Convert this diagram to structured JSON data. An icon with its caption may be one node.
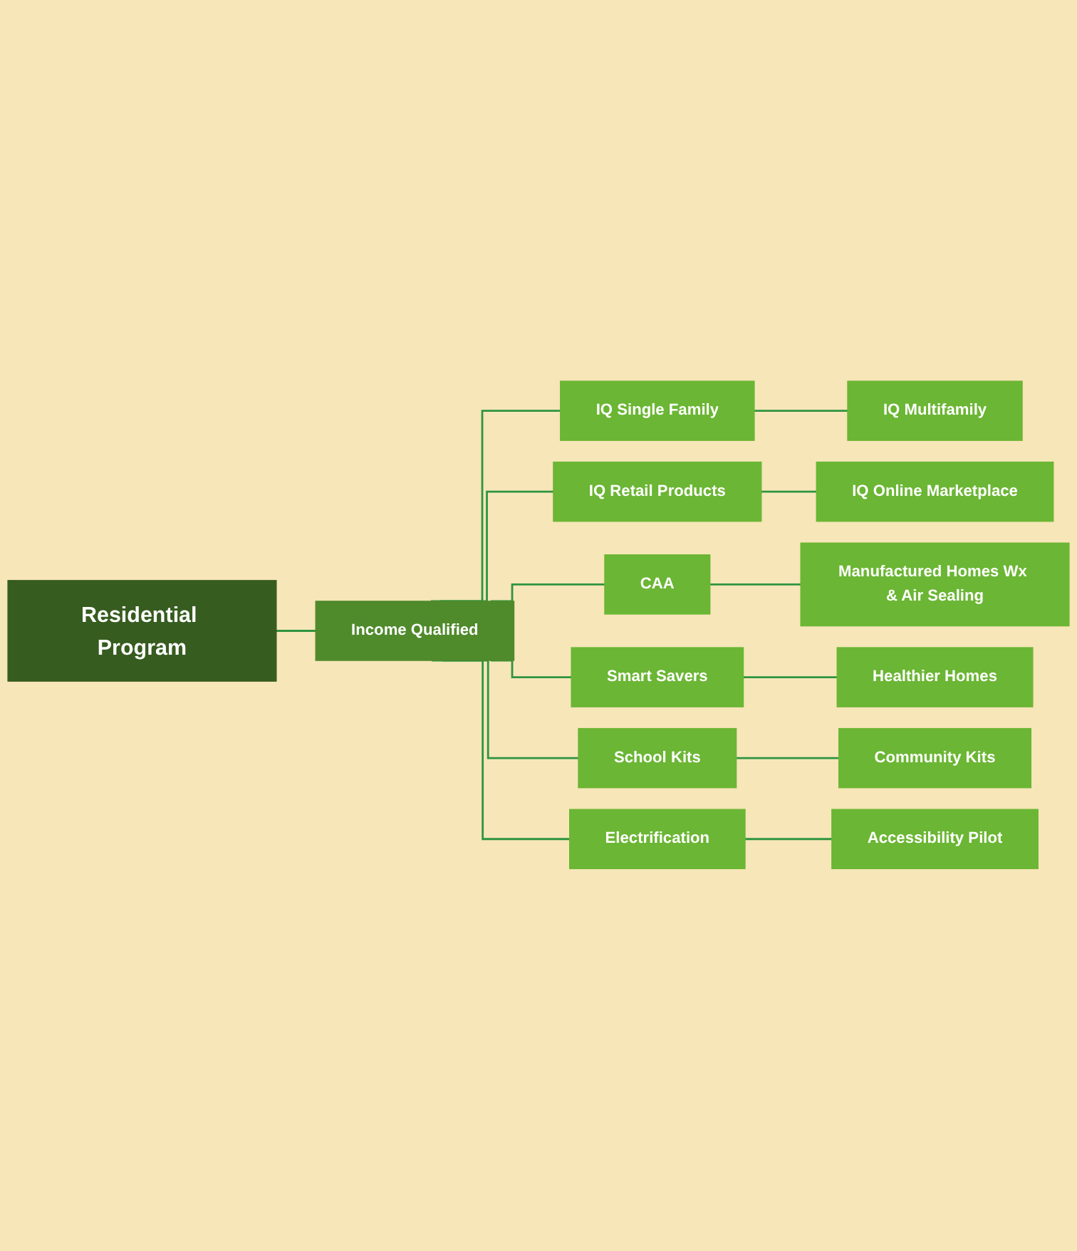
{
  "diagram": {
    "nodes": [
      {
        "text": [
          "Residential Program"
        ]
      },
      {
        "text": [
          "Income Qualified"
        ]
      },
      {
        "text": [
          "IQ Single Family"
        ]
      },
      {
        "text": [
          "IQ Multifamily"
        ]
      },
      {
        "text": [
          "IQ Retail Products"
        ]
      },
      {
        "text": [
          "IQ Online Marketplace"
        ]
      },
      {
        "text": [
          "CAA"
        ]
      },
      {
        "text": [
          "Manufactured Homes Wx & Air Sealing"
        ]
      },
      {
        "text": [
          "Smart Savers"
        ]
      },
      {
        "text": [
          "Healthier Homes"
        ]
      },
      {
        "text": [
          "School Kits"
        ]
      },
      {
        "text": [
          "Community Kits"
        ]
      },
      {
        "text": [
          "Electrification"
        ]
      },
      {
        "text": [
          "Accessibility Pilot"
        ]
      }
    ],
    "edges": [
      {
        "from": 0,
        "to": 1,
        "arrow": "none"
      },
      {
        "from": 1,
        "to": 2,
        "arrow": "none"
      },
      {
        "from": 1,
        "to": 4,
        "arrow": "none"
      },
      {
        "from": 1,
        "to": 6,
        "arrow": "none"
      },
      {
        "from": 1,
        "to": 8,
        "arrow": "none"
      },
      {
        "from": 1,
        "to": 10,
        "arrow": "none"
      },
      {
        "from": 1,
        "to": 12,
        "arrow": "none"
      },
      {
        "from": 2,
        "to": 3,
        "arrow": "none"
      },
      {
        "from": 4,
        "to": 5,
        "arrow": "none"
      },
      {
        "from": 6,
        "to": 7,
        "arrow": "none"
      },
      {
        "from": 8,
        "to": 9,
        "arrow": "none"
      },
      {
        "from": 10,
        "to": 11,
        "arrow": "none"
      },
      {
        "from": 12,
        "to": 13,
        "arrow": "none"
      }
    ]
  }
}
